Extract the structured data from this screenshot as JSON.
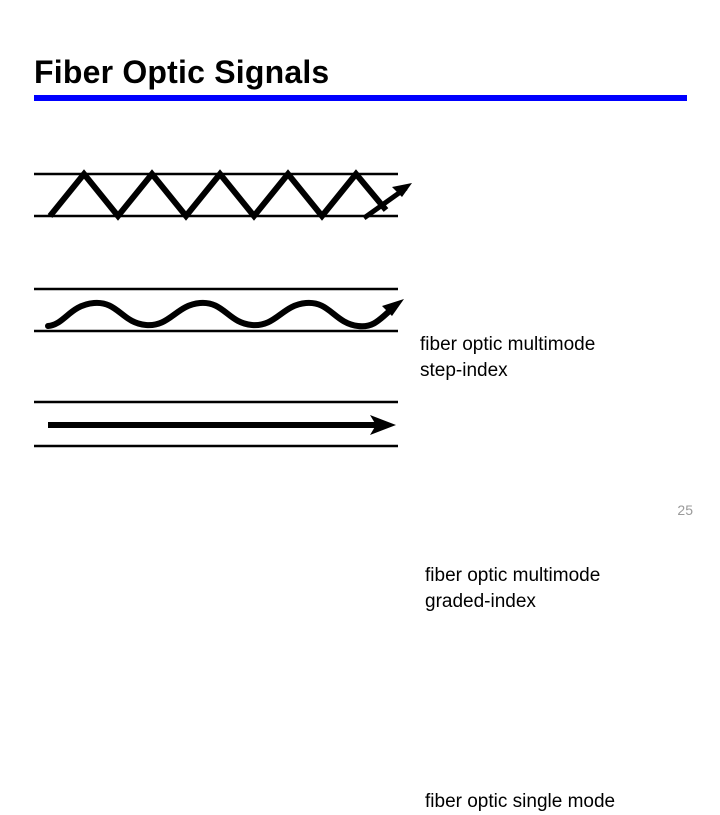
{
  "slide": {
    "title": "Fiber Optic Signals",
    "rule_color": "#0000FF",
    "background_color": "#FFFFFF",
    "number": "25"
  },
  "diagrams": [
    {
      "id": "multimode-step-index",
      "icon": "zigzag-ray-icon",
      "caption_line1": "fiber optic multimode",
      "caption_line2": "step-index",
      "ray_color": "#000000",
      "wall_color": "#000000"
    },
    {
      "id": "multimode-graded-index",
      "icon": "sine-wave-ray-icon",
      "caption_line1": "fiber optic multimode",
      "caption_line2": "graded-index",
      "ray_color": "#000000",
      "wall_color": "#000000"
    },
    {
      "id": "single-mode",
      "icon": "straight-arrow-ray-icon",
      "caption_line1": "fiber optic single mode",
      "caption_line2": "",
      "ray_color": "#000000",
      "wall_color": "#000000"
    }
  ]
}
